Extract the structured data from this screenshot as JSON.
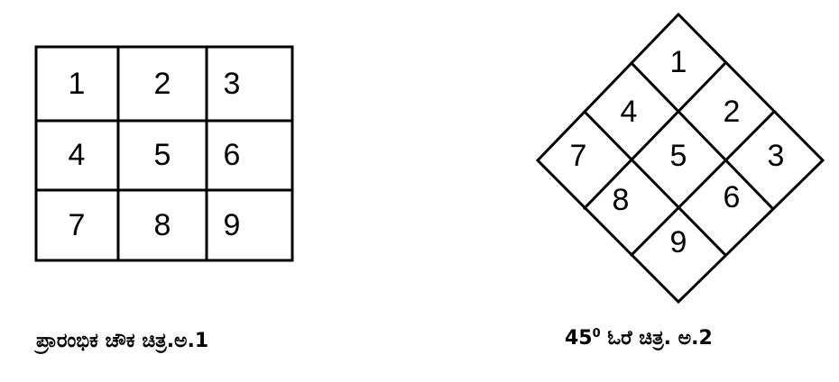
{
  "square_grid": {
    "cells": [
      "1",
      "2",
      "3",
      "4",
      "5",
      "6",
      "7",
      "8",
      "9"
    ]
  },
  "diamond_grid": {
    "cells": [
      "1",
      "2",
      "3",
      "4",
      "5",
      "6",
      "7",
      "8",
      "9"
    ]
  },
  "captions": {
    "left": "ಪ್ರಾರಂಭಿಕ ಚೌಕ ಚಿತ್ರ.ಅ.1",
    "right_prefix": "45",
    "right_superscript": "0",
    "right_rest": " ಓರೆ ಚಿತ್ರ. ಅ.2"
  }
}
